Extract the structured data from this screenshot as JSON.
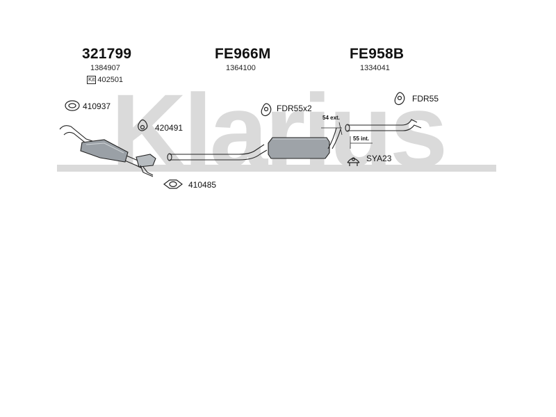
{
  "watermark": {
    "text": "Klarius",
    "color": "#d9d9d9"
  },
  "groups": [
    {
      "code": "321799",
      "ref": "1384907",
      "kit_badge": "Kit",
      "kit_ref": "402501"
    },
    {
      "code": "FE966M",
      "ref": "1364100"
    },
    {
      "code": "FE958B",
      "ref": "1334041"
    }
  ],
  "parts": {
    "ring_410937": "410937",
    "rubber_420491": "420491",
    "gasket_410485": "410485",
    "hanger_fdr55x2": "FDR55x2",
    "hanger_fdr55": "FDR55",
    "clamp_sya23": "SYA23"
  },
  "dimensions": {
    "ext": "54 ext.",
    "int": "55 int."
  }
}
